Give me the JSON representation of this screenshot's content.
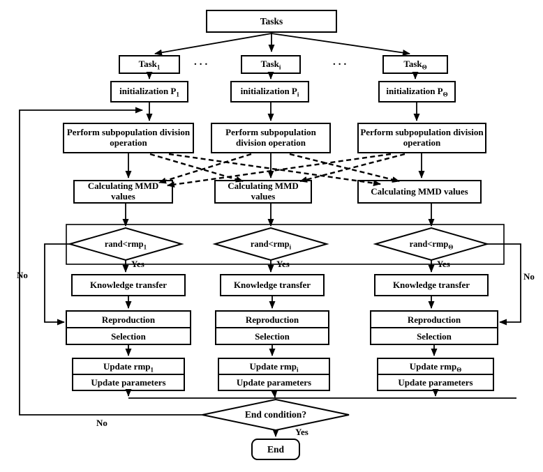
{
  "diagram": {
    "title_node": "Tasks",
    "ellipsis": "...",
    "columns": [
      {
        "task": {
          "base": "Task",
          "sub": "1"
        },
        "init": {
          "base": "initialization P",
          "sub": "1"
        },
        "perform": "Perform subpopulation division operation",
        "mmd": "Calculating MMD values",
        "condition": {
          "base": "rand<rmp",
          "sub": "1"
        },
        "yes": "Yes",
        "no": "No",
        "knowledge": "Knowledge transfer",
        "reproduction": "Reproduction",
        "selection": "Selection",
        "update_rmp": {
          "base": "Update rmp",
          "sub": "1"
        },
        "update_params": "Update parameters"
      },
      {
        "task": {
          "base": "Task",
          "sub": "i"
        },
        "init": {
          "base": "initialization P",
          "sub": "i"
        },
        "perform": "Perform subpopulation division operation",
        "mmd": "Calculating MMD values",
        "condition": {
          "base": "rand<rmp",
          "sub": "i"
        },
        "yes": "Yes",
        "knowledge": "Knowledge transfer",
        "reproduction": "Reproduction",
        "selection": "Selection",
        "update_rmp": {
          "base": "Update rmp",
          "sub": "i"
        },
        "update_params": "Update parameters"
      },
      {
        "task": {
          "base": "Task",
          "sub": "Θ"
        },
        "init": {
          "base": "initialization P",
          "sub": "Θ"
        },
        "perform": "Perform subpopulation division operation",
        "mmd": "Calculating MMD values",
        "condition": {
          "base": "rand<rmp",
          "sub": "Θ"
        },
        "yes": "Yes",
        "no": "No",
        "knowledge": "Knowledge transfer",
        "reproduction": "Reproduction",
        "selection": "Selection",
        "update_rmp": {
          "base": "Update rmp",
          "sub": "Θ"
        },
        "update_params": "Update parameters"
      }
    ],
    "end": {
      "condition": "End condition?",
      "yes": "Yes",
      "no": "No",
      "label": "End"
    },
    "colors": {
      "line": "#000000",
      "background": "#ffffff"
    }
  }
}
